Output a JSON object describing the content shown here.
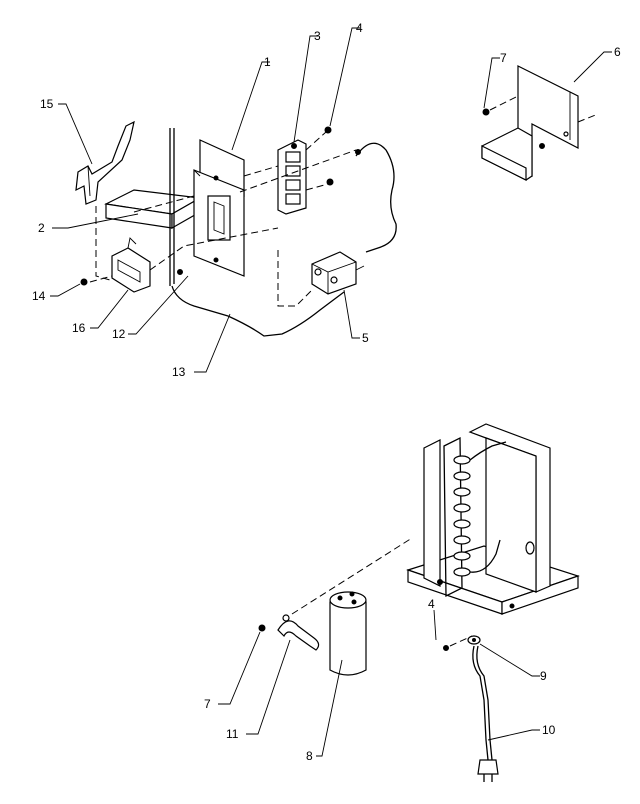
{
  "callouts": [
    {
      "id": "c1",
      "text": "1"
    },
    {
      "id": "c2",
      "text": "2"
    },
    {
      "id": "c3",
      "text": "3"
    },
    {
      "id": "c4a",
      "text": "4"
    },
    {
      "id": "c5",
      "text": "5"
    },
    {
      "id": "c6",
      "text": "6"
    },
    {
      "id": "c7a",
      "text": "7"
    },
    {
      "id": "c12",
      "text": "12"
    },
    {
      "id": "c13",
      "text": "13"
    },
    {
      "id": "c14",
      "text": "14"
    },
    {
      "id": "c15",
      "text": "15"
    },
    {
      "id": "c16",
      "text": "16"
    },
    {
      "id": "c4b",
      "text": "4"
    },
    {
      "id": "c7b",
      "text": "7"
    },
    {
      "id": "c8",
      "text": "8"
    },
    {
      "id": "c9",
      "text": "9"
    },
    {
      "id": "c10",
      "text": "10"
    },
    {
      "id": "c11",
      "text": "11"
    }
  ]
}
